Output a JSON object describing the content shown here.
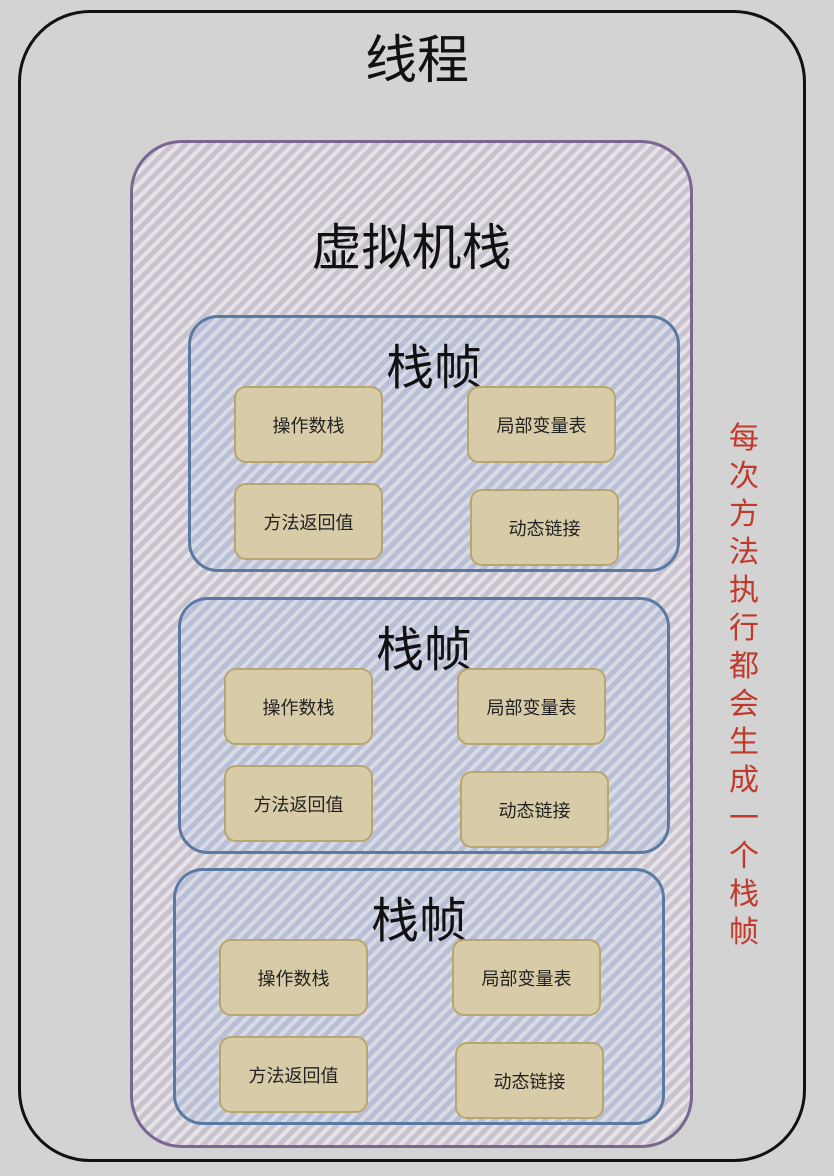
{
  "thread": {
    "title": "线程"
  },
  "vm_stack": {
    "title": "虚拟机栈"
  },
  "frames": [
    {
      "title": "栈帧",
      "operand_stack": "操作数栈",
      "local_vars": "局部变量表",
      "return_value": "方法返回值",
      "dynamic_link": "动态链接"
    },
    {
      "title": "栈帧",
      "operand_stack": "操作数栈",
      "local_vars": "局部变量表",
      "return_value": "方法返回值",
      "dynamic_link": "动态链接"
    },
    {
      "title": "栈帧",
      "operand_stack": "操作数栈",
      "local_vars": "局部变量表",
      "return_value": "方法返回值",
      "dynamic_link": "动态链接"
    }
  ],
  "note": "每次方法执行都会生成一个栈帧",
  "colors": {
    "note": "#c0392b",
    "vm_border": "#7a6690",
    "frame_border": "#5b7aa3",
    "box_fill": "#d8cca8"
  }
}
